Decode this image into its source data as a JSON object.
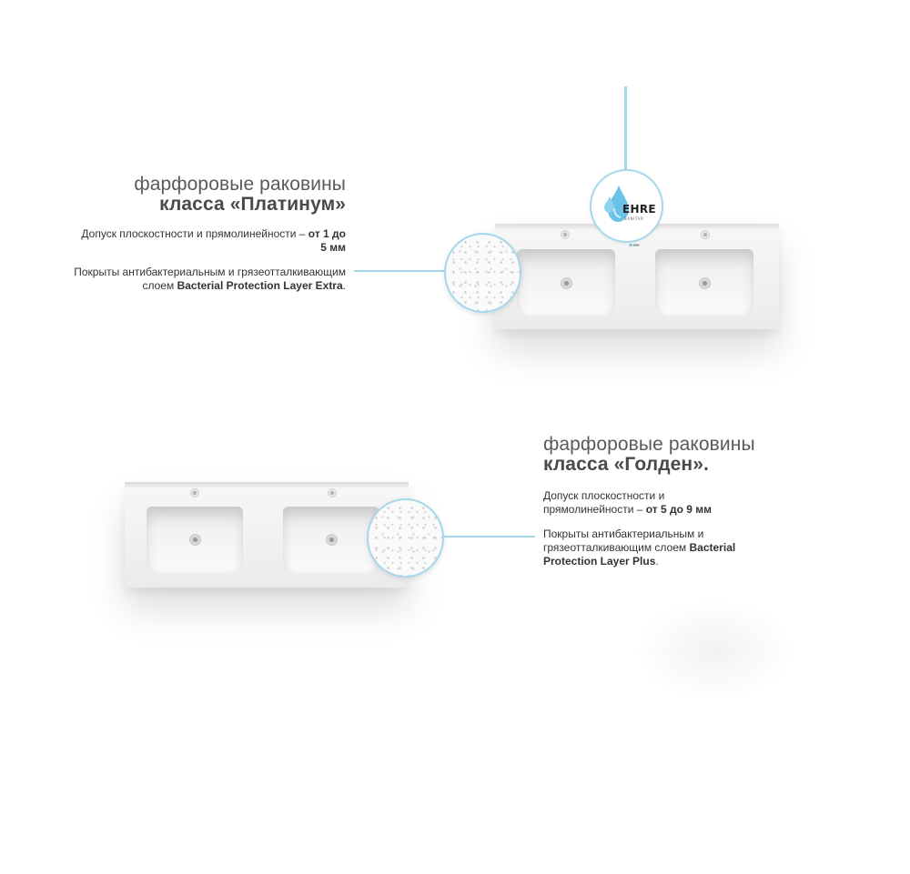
{
  "colors": {
    "accent_line": "#a6d8ec",
    "text_title": "#5a5a5a",
    "text_body": "#333333",
    "brand_drop": "#6ac3e6"
  },
  "brand": {
    "name": "EHRE",
    "subtitle": "SANITAR",
    "icon": "water-drops-icon"
  },
  "products": [
    {
      "title_line1": "фарфоровые раковины",
      "title_line2": "класса «Платинум»",
      "tolerance_prefix": "Допуск плоскостности и прямолинейности – ",
      "tolerance_value": "от 1 до 5 мм",
      "coating_prefix": "Покрыты антибактериальным и грязеотталкивающим слоем ",
      "coating_value": "Bacterial Protection Layer Extra",
      "coating_suffix": ".",
      "image": "double-sink-platinum",
      "magnifier_icon": "surface-texture-magnifier"
    },
    {
      "title_line1": "фарфоровые раковины",
      "title_line2": "класса «Голден».",
      "tolerance_prefix": "Допуск плоскостности и прямолинейности – ",
      "tolerance_value": "от 5 до 9 мм",
      "coating_prefix": "Покрыты антибактериальным и грязеотталкивающим слоем ",
      "coating_value": "Bacterial Protection Layer Plus",
      "coating_suffix": ".",
      "image": "double-sink-golden",
      "magnifier_icon": "surface-texture-magnifier"
    }
  ]
}
